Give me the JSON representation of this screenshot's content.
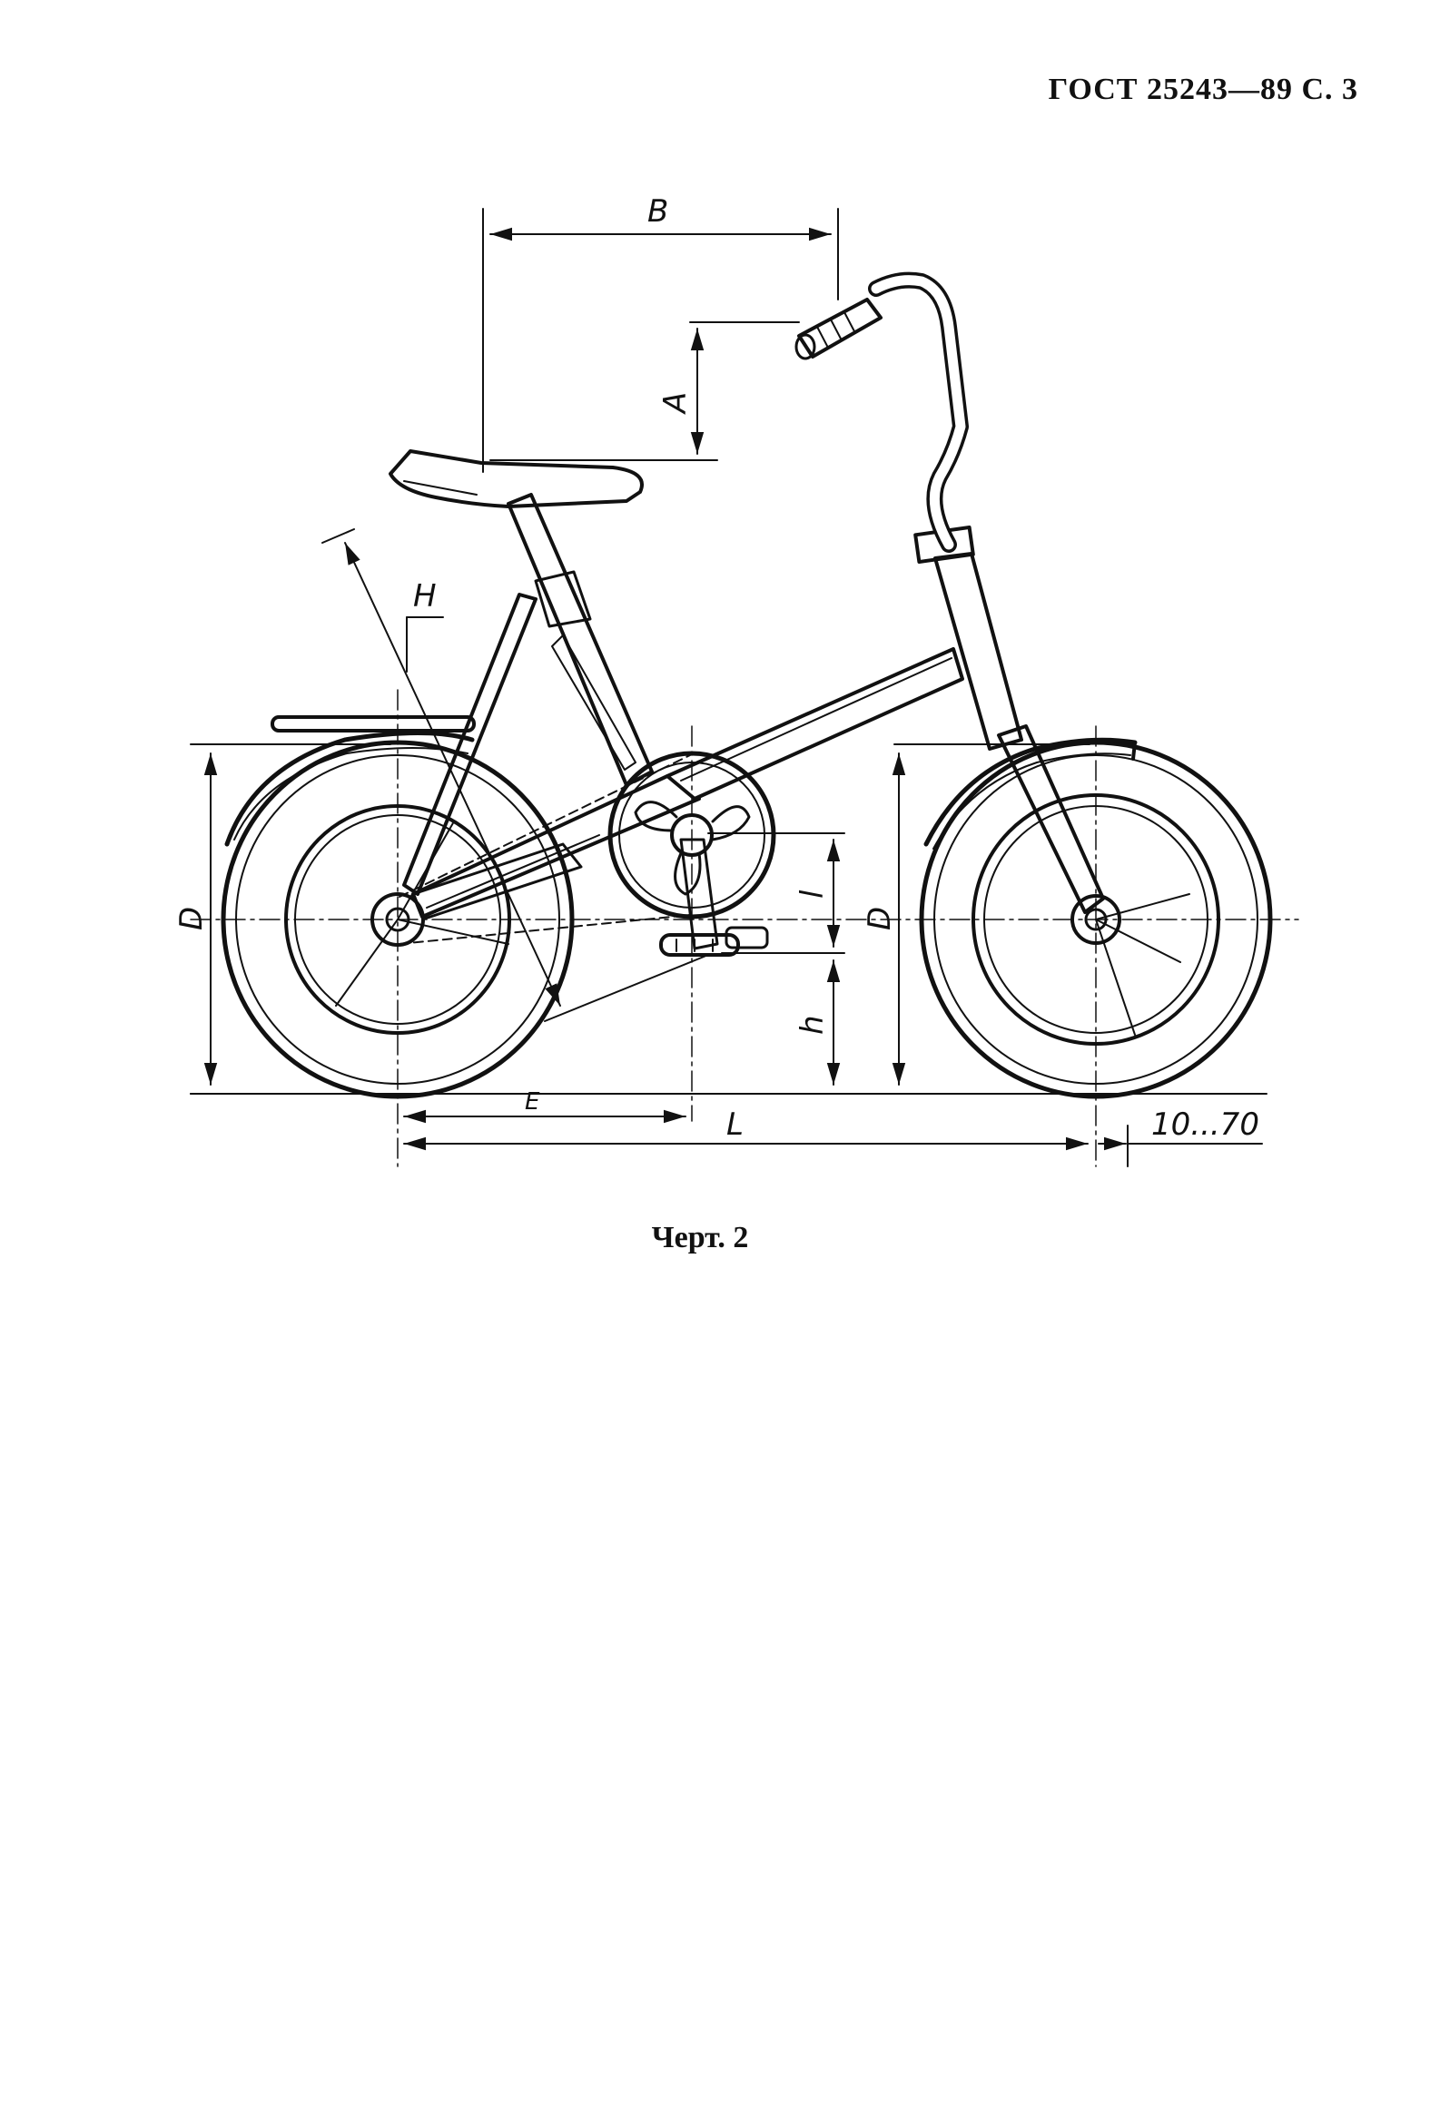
{
  "header": {
    "standard": "ГОСТ 25243—89 С. 3"
  },
  "figure": {
    "caption": "Черт. 2",
    "labels": {
      "B": "B",
      "A": "A",
      "H": "H",
      "D_left": "D",
      "D_right": "D",
      "l": "l",
      "h": "h",
      "E": "E",
      "L": "L",
      "offset": "10...70"
    }
  }
}
